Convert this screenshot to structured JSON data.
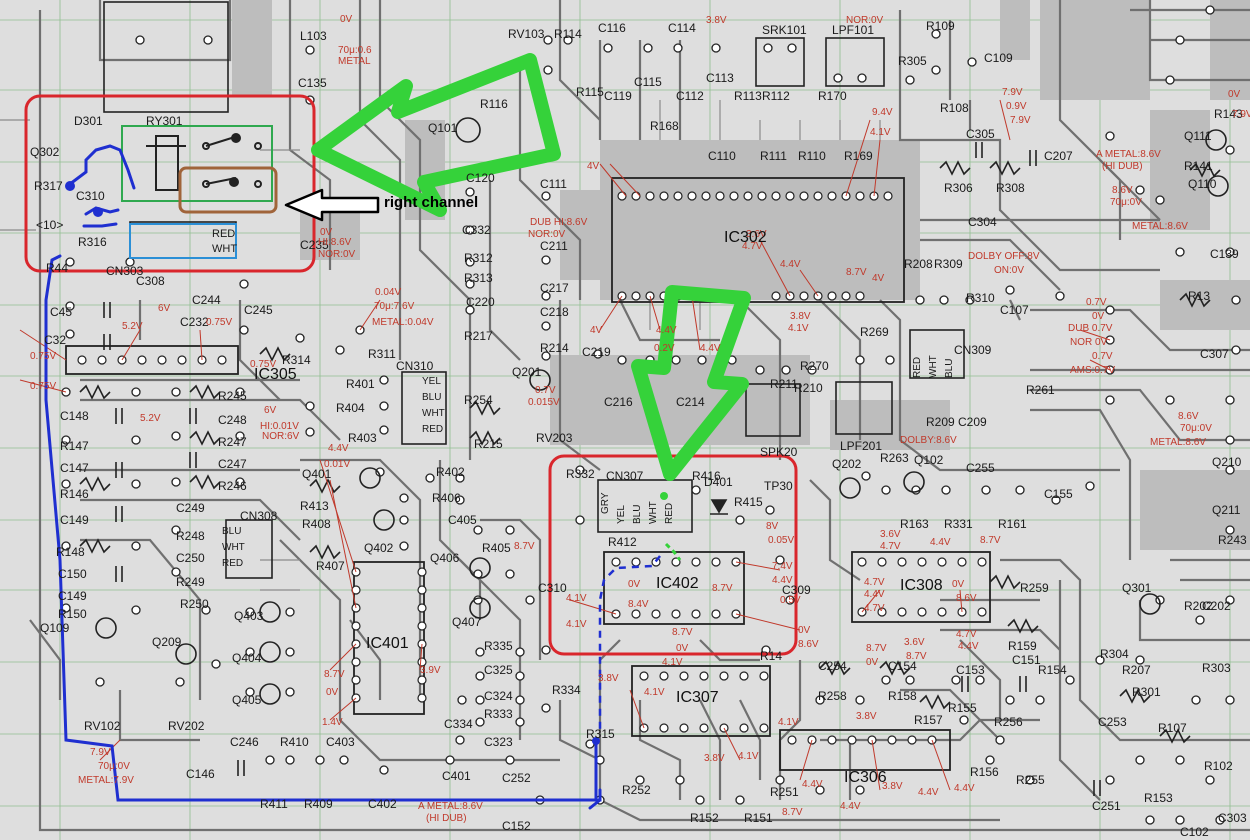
{
  "callout": {
    "right_channel": "right channel"
  },
  "ic_labels": [
    "IC302",
    "IC305",
    "IC401",
    "IC402",
    "IC307",
    "IC306",
    "IC308"
  ],
  "components": [
    [
      "D301",
      74,
      115
    ],
    [
      "Q302",
      30,
      146
    ],
    [
      "R317",
      34,
      180
    ],
    [
      "C310",
      76,
      190
    ],
    [
      "<10>",
      36,
      219
    ],
    [
      "R316",
      78,
      236
    ],
    [
      "CN303",
      106,
      265
    ],
    [
      "RY301",
      146,
      115
    ],
    [
      "L103",
      300,
      30
    ],
    [
      "C135",
      298,
      77
    ],
    [
      "C235",
      300,
      239
    ],
    [
      "Q101",
      428,
      122
    ],
    [
      "R116",
      480,
      98
    ],
    [
      "RV103",
      508,
      28
    ],
    [
      "R114",
      554,
      28
    ],
    [
      "R115",
      576,
      86
    ],
    [
      "C116",
      598,
      22
    ],
    [
      "C114",
      668,
      22
    ],
    [
      "SRK101",
      762,
      24
    ],
    [
      "LPF101",
      832,
      24
    ],
    [
      "R109",
      926,
      20
    ],
    [
      "C109",
      984,
      52
    ],
    [
      "R305",
      898,
      55
    ],
    [
      "R108",
      940,
      102
    ],
    [
      "C305",
      966,
      128
    ],
    [
      "R306",
      944,
      182
    ],
    [
      "R308",
      996,
      182
    ],
    [
      "C207",
      1044,
      150
    ],
    [
      "Q111",
      1184,
      130
    ],
    [
      "R141",
      1184,
      160
    ],
    [
      "Q110",
      1188,
      178
    ],
    [
      "R143",
      1214,
      108
    ],
    [
      "C119",
      604,
      90
    ],
    [
      "C115",
      634,
      76
    ],
    [
      "R168",
      650,
      120
    ],
    [
      "C112",
      676,
      90
    ],
    [
      "C110",
      708,
      150
    ],
    [
      "C113",
      706,
      72
    ],
    [
      "R113",
      734,
      90
    ],
    [
      "R112",
      762,
      90
    ],
    [
      "R170",
      818,
      90
    ],
    [
      "R111",
      760,
      150
    ],
    [
      "R110",
      798,
      150
    ],
    [
      "R169",
      844,
      150
    ],
    [
      "C120",
      466,
      172
    ],
    [
      "C111",
      540,
      178
    ],
    [
      "C332",
      462,
      224
    ],
    [
      "R312",
      464,
      252
    ],
    [
      "R313",
      464,
      272
    ],
    [
      "C220",
      466,
      296
    ],
    [
      "C211",
      540,
      240
    ],
    [
      "C217",
      540,
      282
    ],
    [
      "C218",
      540,
      306
    ],
    [
      "R214",
      540,
      342
    ],
    [
      "C219",
      582,
      346
    ],
    [
      "C304",
      968,
      216
    ],
    [
      "R208",
      904,
      258
    ],
    [
      "R309",
      934,
      258
    ],
    [
      "R310",
      966,
      292
    ],
    [
      "C107",
      1000,
      304
    ],
    [
      "C139",
      1210,
      248
    ],
    [
      "R13",
      1188,
      290
    ],
    [
      "C307",
      1200,
      348
    ],
    [
      "R44",
      46,
      262
    ],
    [
      "C45",
      50,
      306
    ],
    [
      "C32",
      44,
      334
    ],
    [
      "C308",
      136,
      275
    ],
    [
      "C244",
      192,
      294
    ],
    [
      "C232",
      180,
      316
    ],
    [
      "C245",
      244,
      304
    ],
    [
      "R314",
      282,
      354
    ],
    [
      "R311",
      368,
      348
    ],
    [
      "CN310",
      396,
      360
    ],
    [
      "R401",
      346,
      378
    ],
    [
      "R404",
      336,
      402
    ],
    [
      "R403",
      348,
      432
    ],
    [
      "R217",
      464,
      330
    ],
    [
      "Q201",
      512,
      366
    ],
    [
      "R254",
      464,
      394
    ],
    [
      "R215",
      474,
      438
    ],
    [
      "RV203",
      536,
      432
    ],
    [
      "R270",
      800,
      360
    ],
    [
      "R269",
      860,
      326
    ],
    [
      "R211",
      770,
      378
    ],
    [
      "R210",
      794,
      382
    ],
    [
      "CN309",
      954,
      344
    ],
    [
      "R261",
      1026,
      384
    ],
    [
      "R209",
      926,
      416
    ],
    [
      "C209",
      958,
      416
    ],
    [
      "C216",
      604,
      396
    ],
    [
      "C214",
      676,
      396
    ],
    [
      "SPK20",
      760,
      446
    ],
    [
      "LPF201",
      840,
      440
    ],
    [
      "R245",
      218,
      390
    ],
    [
      "R246",
      218,
      480
    ],
    [
      "R247",
      218,
      436
    ],
    [
      "C248",
      218,
      414
    ],
    [
      "C247",
      218,
      458
    ],
    [
      "C148",
      60,
      410
    ],
    [
      "R147",
      60,
      440
    ],
    [
      "C147",
      60,
      462
    ],
    [
      "R146",
      60,
      488
    ],
    [
      "C149",
      60,
      514
    ],
    [
      "R148",
      56,
      546
    ],
    [
      "C150",
      58,
      568
    ],
    [
      "C149",
      58,
      590
    ],
    [
      "R150",
      58,
      608
    ],
    [
      "Q109",
      40,
      622
    ],
    [
      "C249",
      176,
      502
    ],
    [
      "CN308",
      240,
      510
    ],
    [
      "R248",
      176,
      530
    ],
    [
      "C250",
      176,
      552
    ],
    [
      "R249",
      176,
      576
    ],
    [
      "R250",
      180,
      598
    ],
    [
      "Q403",
      234,
      610
    ],
    [
      "Q209",
      152,
      636
    ],
    [
      "Q404",
      232,
      652
    ],
    [
      "Q405",
      232,
      694
    ],
    [
      "RV102",
      84,
      720
    ],
    [
      "RV202",
      168,
      720
    ],
    [
      "Q401",
      302,
      468
    ],
    [
      "R413",
      300,
      500
    ],
    [
      "R408",
      302,
      518
    ],
    [
      "R407",
      316,
      560
    ],
    [
      "Q402",
      364,
      542
    ],
    [
      "R402",
      436,
      466
    ],
    [
      "R406",
      432,
      492
    ],
    [
      "C405",
      448,
      514
    ],
    [
      "Q406",
      430,
      552
    ],
    [
      "R405",
      482,
      542
    ],
    [
      "Q407",
      452,
      616
    ],
    [
      "R335",
      484,
      640
    ],
    [
      "C325",
      484,
      664
    ],
    [
      "C324",
      484,
      690
    ],
    [
      "R333",
      484,
      708
    ],
    [
      "C323",
      484,
      736
    ],
    [
      "C334",
      444,
      718
    ],
    [
      "C310",
      538,
      582
    ],
    [
      "R334",
      552,
      684
    ],
    [
      "R315",
      586,
      728
    ],
    [
      "C252",
      502,
      772
    ],
    [
      "C152",
      502,
      820
    ],
    [
      "C246",
      230,
      736
    ],
    [
      "R410",
      280,
      736
    ],
    [
      "C403",
      326,
      736
    ],
    [
      "R411",
      260,
      798
    ],
    [
      "R409",
      304,
      798
    ],
    [
      "C146",
      186,
      768
    ],
    [
      "C402",
      368,
      798
    ],
    [
      "C401",
      442,
      770
    ],
    [
      "R252",
      622,
      784
    ],
    [
      "R152",
      690,
      812
    ],
    [
      "R151",
      744,
      812
    ],
    [
      "R251",
      770,
      786
    ],
    [
      "R332",
      566,
      468
    ],
    [
      "CN307",
      606,
      470
    ],
    [
      "R416",
      692,
      470
    ],
    [
      "D401",
      704,
      476
    ],
    [
      "R415",
      734,
      496
    ],
    [
      "TP30",
      764,
      480
    ],
    [
      "R412",
      608,
      536
    ],
    [
      "C309",
      782,
      584
    ],
    [
      "Q202",
      832,
      458
    ],
    [
      "R263",
      880,
      452
    ],
    [
      "Q102",
      914,
      454
    ],
    [
      "C255",
      966,
      462
    ],
    [
      "C155",
      1044,
      488
    ],
    [
      "R163",
      900,
      518
    ],
    [
      "R331",
      944,
      518
    ],
    [
      "R161",
      998,
      518
    ],
    [
      "R159",
      1008,
      640
    ],
    [
      "R259",
      1020,
      582
    ],
    [
      "Q301",
      1122,
      582
    ],
    [
      "R202",
      1184,
      600
    ],
    [
      "C202",
      1202,
      600
    ],
    [
      "R304",
      1100,
      648
    ],
    [
      "R207",
      1122,
      664
    ],
    [
      "R301",
      1132,
      686
    ],
    [
      "R303",
      1202,
      662
    ],
    [
      "R154",
      1038,
      664
    ],
    [
      "C151",
      1012,
      654
    ],
    [
      "C153",
      956,
      664
    ],
    [
      "C154",
      888,
      660
    ],
    [
      "R158",
      888,
      690
    ],
    [
      "R157",
      914,
      714
    ],
    [
      "C254",
      818,
      660
    ],
    [
      "R258",
      818,
      690
    ],
    [
      "R155",
      948,
      702
    ],
    [
      "R256",
      994,
      716
    ],
    [
      "R156",
      970,
      766
    ],
    [
      "R255",
      1016,
      774
    ],
    [
      "R107",
      1158,
      722
    ],
    [
      "C253",
      1098,
      716
    ],
    [
      "R102",
      1204,
      760
    ],
    [
      "C251",
      1092,
      800
    ],
    [
      "R153",
      1144,
      792
    ],
    [
      "C102",
      1180,
      826
    ],
    [
      "C303",
      1218,
      812
    ],
    [
      "Q210",
      1212,
      456
    ],
    [
      "Q211",
      1212,
      504
    ],
    [
      "R243",
      1218,
      534
    ],
    [
      "R14",
      760,
      650
    ]
  ],
  "voltages": [
    [
      "0V",
      340,
      15
    ],
    [
      "70μ:0.6",
      338,
      46
    ],
    [
      "METAL",
      338,
      57
    ],
    [
      "3.8V",
      706,
      16
    ],
    [
      "NOR:0V",
      846,
      16
    ],
    [
      "7.9V",
      1002,
      88
    ],
    [
      "0.9V",
      1006,
      102
    ],
    [
      "7.9V",
      1010,
      116
    ],
    [
      "9.4V",
      872,
      108
    ],
    [
      "4.1V",
      870,
      128
    ],
    [
      "4V",
      587,
      162
    ],
    [
      "A METAL:8.6V",
      1096,
      150
    ],
    [
      "(HI DUB)",
      1102,
      162
    ],
    [
      "8.6V",
      1112,
      186
    ],
    [
      "70μ:0V",
      1110,
      198
    ],
    [
      "METAL:8.6V",
      1132,
      222
    ],
    [
      "DUB HI:8.6V",
      530,
      218
    ],
    [
      "NOR:0V",
      528,
      230
    ],
    [
      "0V",
      320,
      228
    ],
    [
      "HI:8.6V",
      318,
      238
    ],
    [
      "NOR:0V",
      318,
      250
    ],
    [
      "3.6V",
      746,
      230
    ],
    [
      "4.7V",
      742,
      242
    ],
    [
      "4.4V",
      780,
      260
    ],
    [
      "8.7V",
      846,
      268
    ],
    [
      "4V",
      872,
      274
    ],
    [
      "DOLBY OFF:8V",
      968,
      252
    ],
    [
      "ON:0V",
      994,
      266
    ],
    [
      "0.04V",
      375,
      288
    ],
    [
      "70μ:7.6V",
      374,
      302
    ],
    [
      "METAL:0.04V",
      372,
      318
    ],
    [
      "4V",
      590,
      326
    ],
    [
      "4.4V",
      656,
      326
    ],
    [
      "0.2V",
      654,
      344
    ],
    [
      "4.4V",
      700,
      344
    ],
    [
      "3.8V",
      790,
      312
    ],
    [
      "4.1V",
      788,
      324
    ],
    [
      "0.7V",
      1086,
      298
    ],
    [
      "0V",
      1092,
      312
    ],
    [
      "DUB 0.7V",
      1068,
      324
    ],
    [
      "NOR 0V",
      1070,
      338
    ],
    [
      "0.7V",
      1092,
      352
    ],
    [
      "AMS:0.7V",
      1070,
      366
    ],
    [
      "5.2V",
      122,
      322
    ],
    [
      "6V",
      158,
      304
    ],
    [
      "0.75V",
      206,
      318
    ],
    [
      "0.75V",
      250,
      360
    ],
    [
      "0.75V",
      30,
      352
    ],
    [
      "0.75V",
      30,
      382
    ],
    [
      "5.2V",
      140,
      414
    ],
    [
      "6V",
      264,
      406
    ],
    [
      "HI:0.01V",
      260,
      422
    ],
    [
      "NOR:6V",
      262,
      432
    ],
    [
      "0.7V",
      535,
      386
    ],
    [
      "0.015V",
      528,
      398
    ],
    [
      "4.4V",
      328,
      444
    ],
    [
      "0.01V",
      324,
      460
    ],
    [
      "8.6V",
      1178,
      412
    ],
    [
      "70μ:0V",
      1180,
      424
    ],
    [
      "METAL:8.6V",
      1150,
      438
    ],
    [
      "DOLBY:8.6V",
      900,
      436
    ],
    [
      "3.6V",
      880,
      530
    ],
    [
      "4.7V",
      880,
      542
    ],
    [
      "4.4V",
      930,
      538
    ],
    [
      "8.7V",
      980,
      536
    ],
    [
      "8.7V",
      514,
      542
    ],
    [
      "4.1V",
      566,
      594
    ],
    [
      "4.1V",
      566,
      620
    ],
    [
      "0V",
      628,
      580
    ],
    [
      "8.4V",
      628,
      600
    ],
    [
      "8.7V",
      712,
      584
    ],
    [
      "7.4V",
      772,
      562
    ],
    [
      "4.4V",
      772,
      576
    ],
    [
      "0.5V",
      780,
      596
    ],
    [
      "8V",
      766,
      522
    ],
    [
      "0.05V",
      768,
      536
    ],
    [
      "0V",
      952,
      580
    ],
    [
      "8.6V",
      956,
      594
    ],
    [
      "4.7V",
      864,
      578
    ],
    [
      "4.4V",
      864,
      590
    ],
    [
      "4.7V",
      864,
      604
    ],
    [
      "8.7V",
      866,
      644
    ],
    [
      "0V",
      866,
      658
    ],
    [
      "3.6V",
      904,
      638
    ],
    [
      "8.7V",
      906,
      652
    ],
    [
      "4.7V",
      956,
      630
    ],
    [
      "4.4V",
      958,
      642
    ],
    [
      "0V",
      798,
      626
    ],
    [
      "8.6V",
      798,
      640
    ],
    [
      "8.7V",
      672,
      628
    ],
    [
      "0V",
      676,
      644
    ],
    [
      "4.1V",
      662,
      658
    ],
    [
      "3.8V",
      598,
      674
    ],
    [
      "8.7V",
      324,
      670
    ],
    [
      "1.4V",
      322,
      718
    ],
    [
      "0V",
      326,
      688
    ],
    [
      "3.9V",
      420,
      666
    ],
    [
      "7.9V",
      90,
      748
    ],
    [
      "70μ:0V",
      98,
      762
    ],
    [
      "METAL:7.9V",
      78,
      776
    ],
    [
      "4.1V",
      644,
      688
    ],
    [
      "4.1V",
      738,
      752
    ],
    [
      "3.8V",
      704,
      754
    ],
    [
      "4.1V",
      778,
      718
    ],
    [
      "4.4V",
      802,
      780
    ],
    [
      "8.7V",
      782,
      808
    ],
    [
      "4.4V",
      840,
      802
    ],
    [
      "3.8V",
      882,
      782
    ],
    [
      "4.4V",
      918,
      788
    ],
    [
      "4.4V",
      954,
      784
    ],
    [
      "3.8V",
      856,
      712
    ],
    [
      "A METAL:8.6V",
      418,
      802
    ],
    [
      "(HI DUB)",
      426,
      814
    ],
    [
      "0V",
      1228,
      90
    ],
    [
      "7.9V",
      1232,
      110
    ]
  ],
  "connector_wires": {
    "cn303": [
      "RED",
      "WHT"
    ],
    "cn310": [
      "YEL",
      "BLU",
      "WHT",
      "RED"
    ],
    "cn308": [
      "BLU",
      "WHT",
      "RED"
    ],
    "cn307": [
      "GRY",
      "YEL",
      "BLU",
      "WHT",
      "RED"
    ],
    "cn309": [
      "RED",
      "WHT",
      "BLU"
    ]
  },
  "colors": {
    "board": "#dedede",
    "trace": "#6f6f6f",
    "copper": "#b9b9b9",
    "voltage_red": "#c0392b",
    "highlight_red": "#d9262c",
    "highlight_green_arrow": "#35d23a",
    "relay_green": "#2fa84f",
    "relay_brown": "#a0643a",
    "connector_blue": "#2b8fd6",
    "wire_blue": "#1f2fd0"
  }
}
